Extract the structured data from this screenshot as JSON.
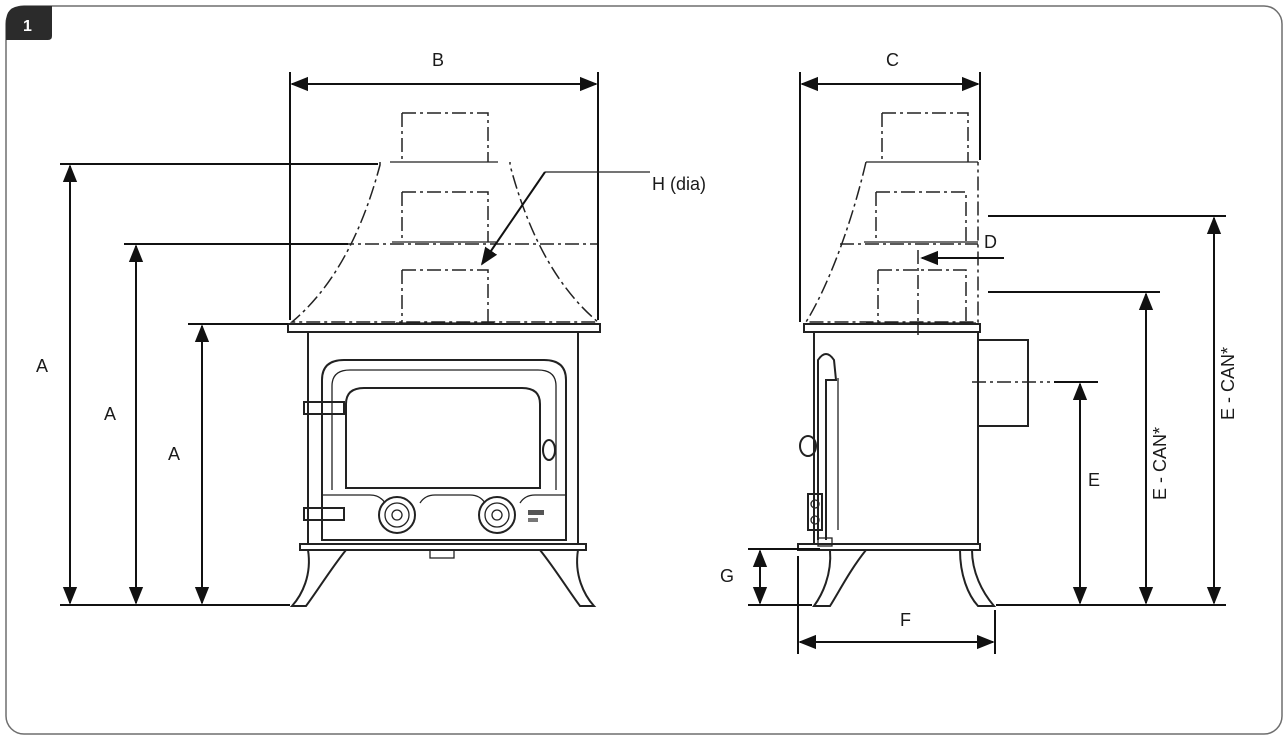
{
  "figure": {
    "number": "1",
    "accent_color": "#2b2b2b",
    "front_view": {
      "width_label": "B",
      "height_labels": [
        "A",
        "A",
        "A"
      ],
      "flue_label": "H (dia)"
    },
    "side_view": {
      "depth_label": "C",
      "offset_label": "D",
      "rear_outlet_label": "E",
      "can_labels": [
        "E - CAN*",
        "E - CAN*"
      ],
      "leg_label": "G",
      "foot_label": "F"
    }
  }
}
